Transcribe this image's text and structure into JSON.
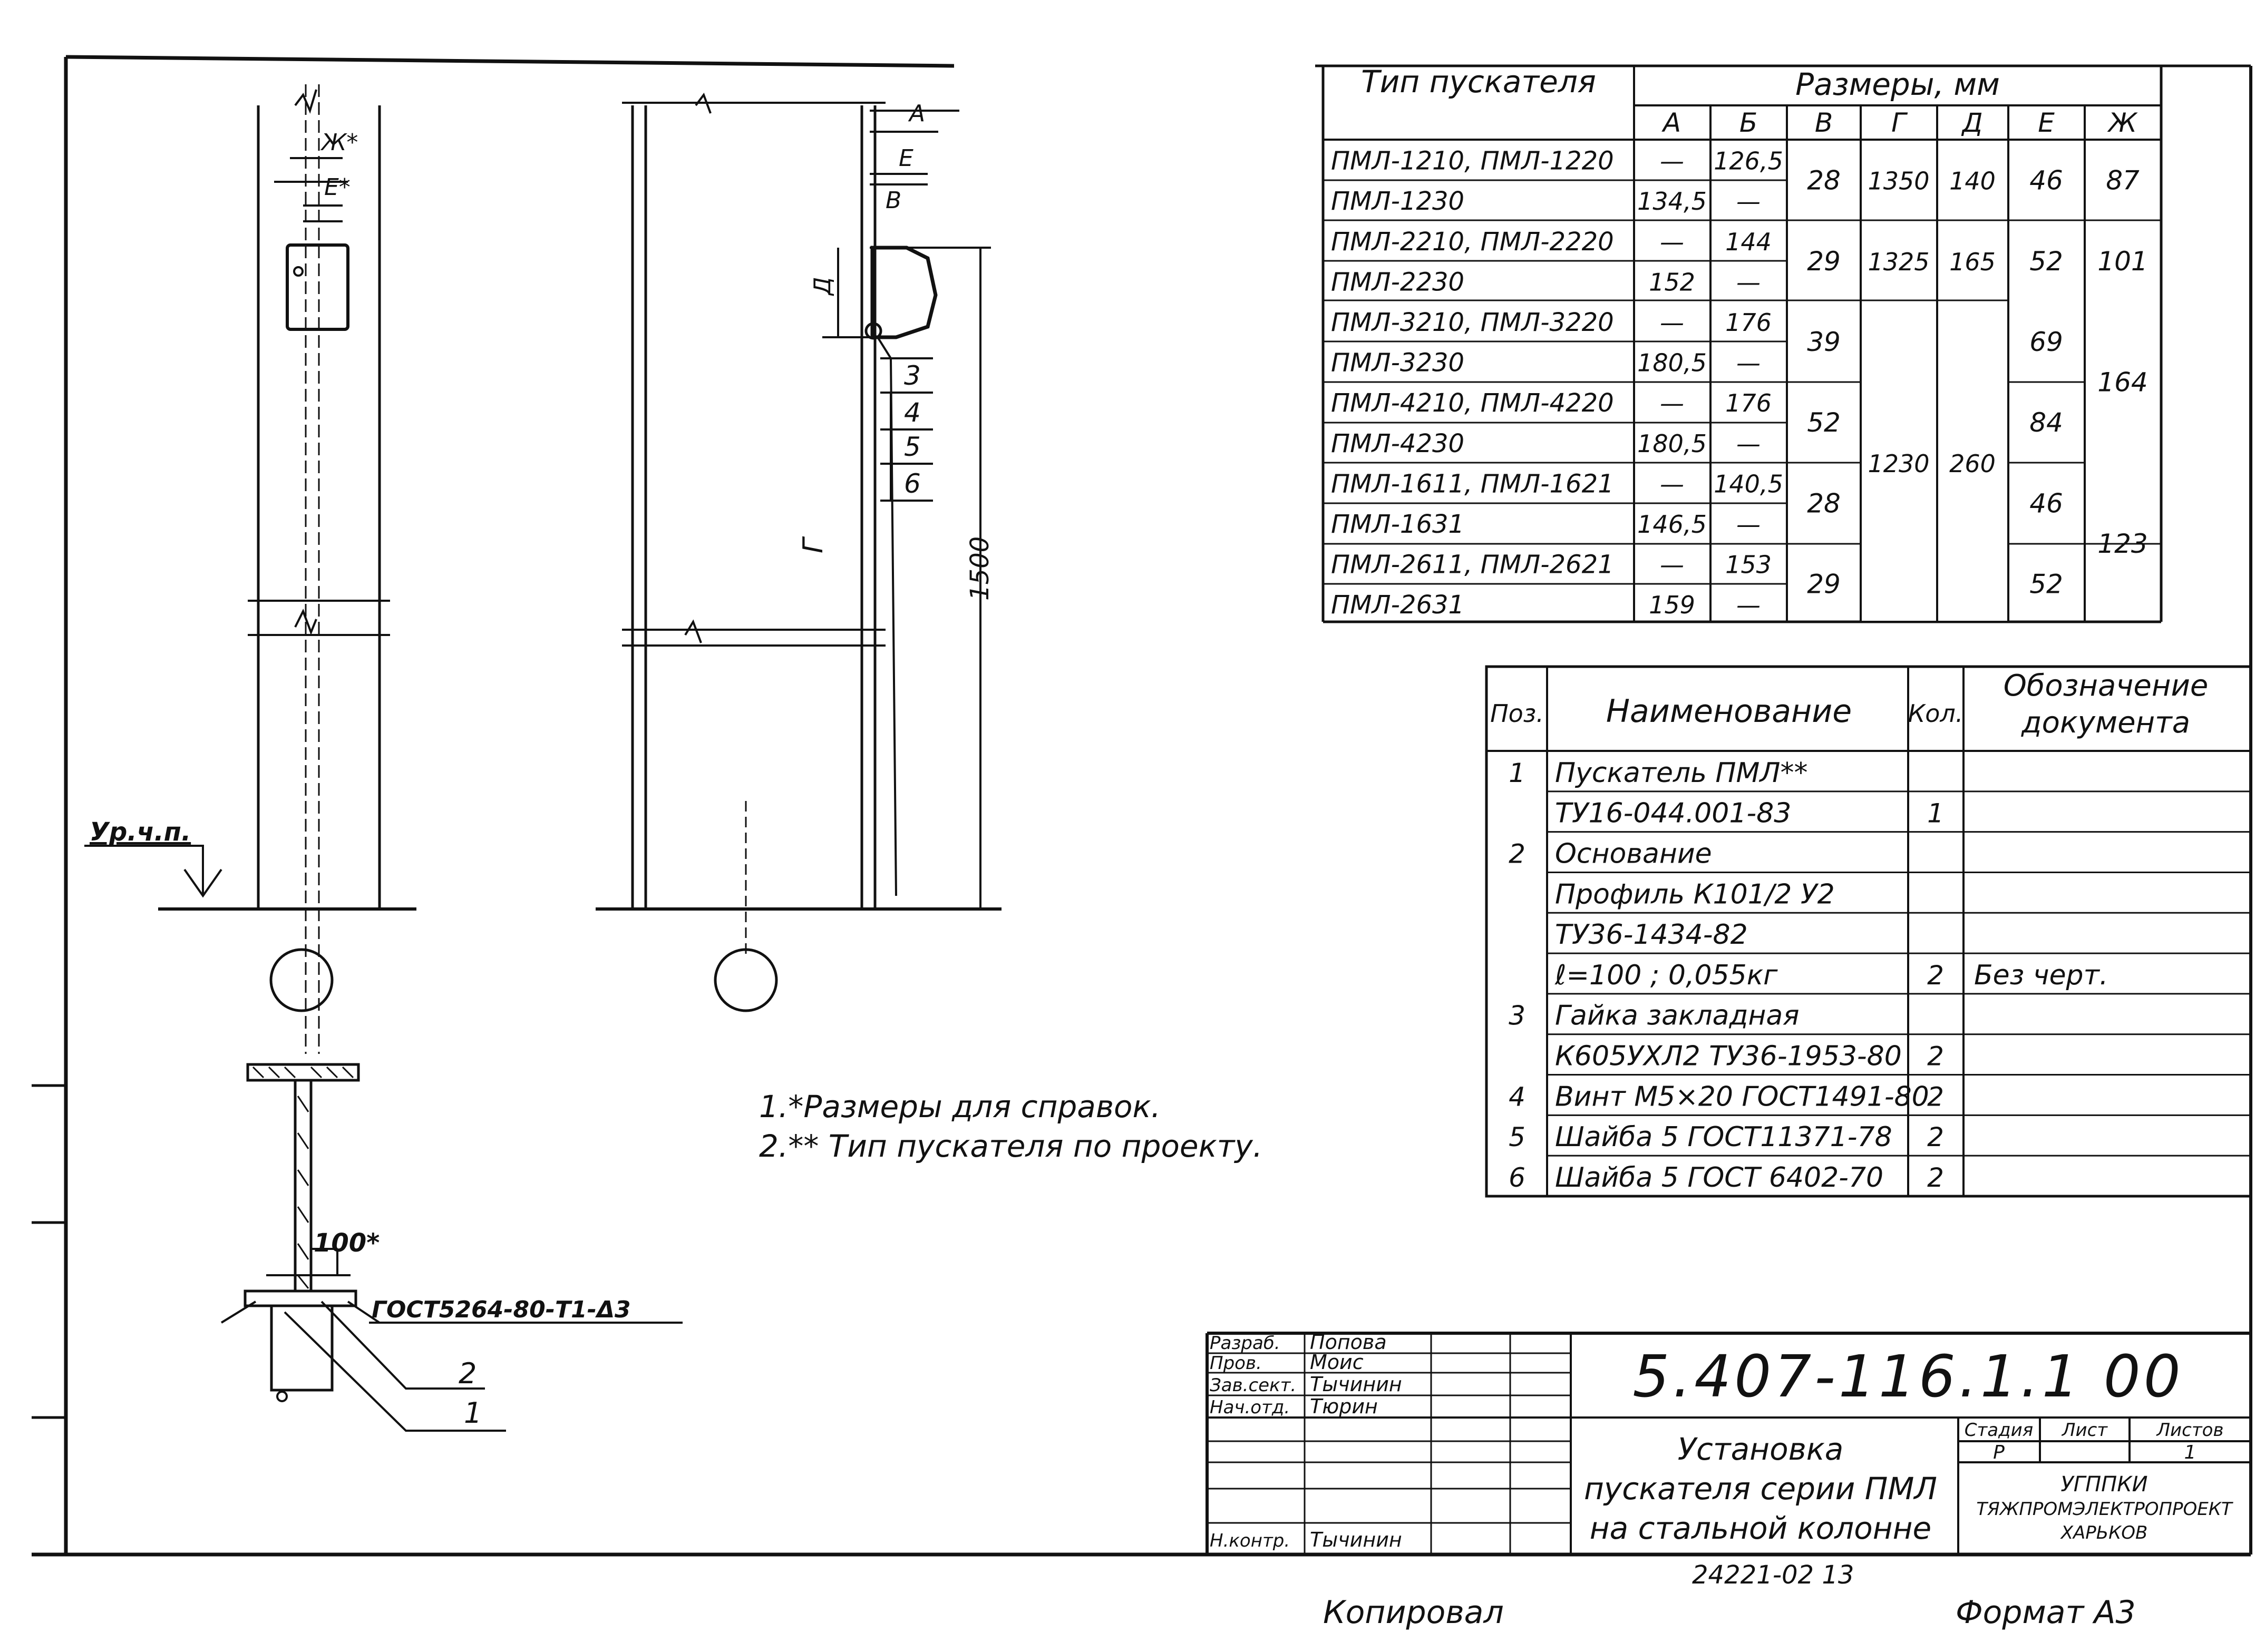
{
  "drawing_notes": {
    "note1": "1.*Размеры для справок.",
    "note2": "2.** Тип пускателя по проекту."
  },
  "front_view": {
    "dim_zh": "Ж*",
    "dim_e": "Е*",
    "level_label": "Ур.ч.п."
  },
  "side_view": {
    "dim_a": "А",
    "dim_e": "Е",
    "dim_v": "В",
    "dim_d": "Д",
    "dim_g": "Г",
    "dim_height": "1500",
    "callouts": [
      "3",
      "4",
      "5",
      "6"
    ]
  },
  "section_view": {
    "dim_width": "100*",
    "weld_note": "ГОСТ5264-80-Т1-Δ3",
    "callouts": [
      "2",
      "1"
    ]
  },
  "dimensions_table": {
    "header_type": "Тип пускателя",
    "header_group": "Размеры, мм",
    "columns": [
      "А",
      "Б",
      "В",
      "Г",
      "Д",
      "Е",
      "Ж"
    ],
    "rows": [
      [
        "ПМЛ-1210, ПМЛ-1220",
        "—",
        "126,5"
      ],
      [
        "ПМЛ-1230",
        "134,5",
        "—"
      ],
      [
        "ПМЛ-2210, ПМЛ-2220",
        "—",
        "144"
      ],
      [
        "ПМЛ-2230",
        "152",
        "—"
      ],
      [
        "ПМЛ-3210, ПМЛ-3220",
        "—",
        "176"
      ],
      [
        "ПМЛ-3230",
        "180,5",
        "—"
      ],
      [
        "ПМЛ-4210, ПМЛ-4220",
        "—",
        "176"
      ],
      [
        "ПМЛ-4230",
        "180,5",
        "—"
      ],
      [
        "ПМЛ-1611, ПМЛ-1621",
        "—",
        "140,5"
      ],
      [
        "ПМЛ-1631",
        "146,5",
        "—"
      ],
      [
        "ПМЛ-2611, ПМЛ-2621",
        "—",
        "153"
      ],
      [
        "ПМЛ-2631",
        "159",
        "—"
      ]
    ],
    "v_groups": [
      "28",
      "29",
      "39",
      "52",
      "28",
      "29"
    ],
    "g_values": [
      "1350",
      "1325",
      "1230"
    ],
    "d_values": [
      "140",
      "165",
      "260"
    ],
    "e_values": [
      "46",
      "52",
      "69",
      "84",
      "46",
      "52"
    ],
    "zh_values": [
      "87",
      "101",
      "164",
      "123"
    ]
  },
  "spec_table": {
    "headers": {
      "pos": "Поз.",
      "name": "Наименование",
      "qty": "Кол.",
      "doc_line1": "Обозначение",
      "doc_line2": "документа"
    },
    "rows": [
      {
        "pos": "1",
        "name": "Пускатель ПМЛ**",
        "qty": "",
        "doc": ""
      },
      {
        "pos": "",
        "name": "ТУ16-044.001-83",
        "qty": "1",
        "doc": ""
      },
      {
        "pos": "2",
        "name": "Основание",
        "qty": "",
        "doc": ""
      },
      {
        "pos": "",
        "name": "Профиль К101/2 У2",
        "qty": "",
        "doc": ""
      },
      {
        "pos": "",
        "name": "ТУ36-1434-82",
        "qty": "",
        "doc": ""
      },
      {
        "pos": "",
        "name": "ℓ=100 ; 0,055кг",
        "qty": "2",
        "doc": "Без черт."
      },
      {
        "pos": "3",
        "name": "Гайка закладная",
        "qty": "",
        "doc": ""
      },
      {
        "pos": "",
        "name": "К605УХЛ2 ТУ36-1953-80",
        "qty": "2",
        "doc": ""
      },
      {
        "pos": "4",
        "name": "Винт М5×20 ГОСТ1491-80",
        "qty": "2",
        "doc": ""
      },
      {
        "pos": "5",
        "name": "Шайба 5 ГОСТ11371-78",
        "qty": "2",
        "doc": ""
      },
      {
        "pos": "6",
        "name": "Шайба 5 ГОСТ 6402-70",
        "qty": "2",
        "doc": ""
      }
    ]
  },
  "title_block": {
    "doc_number": "5.407-116.1.1 00",
    "title_line1": "Установка",
    "title_line2": "пускателя серии ПМЛ",
    "title_line3": "на стальной колонне",
    "roles": [
      {
        "role": "Разраб.",
        "name": "Попова"
      },
      {
        "role": "Пров.",
        "name": "Моис"
      },
      {
        "role": "Зав.сект.",
        "name": "Тычинин"
      },
      {
        "role": "Нач.отд.",
        "name": "Тюрин"
      },
      {
        "role": "Н.контр.",
        "name": "Тычинин"
      }
    ],
    "stage_label": "Стадия",
    "sheet_label": "Лист",
    "sheets_label": "Листов",
    "stage_value": "Р",
    "sheets_value": "1",
    "org_line1": "УГППКИ",
    "org_line2": "ТЯЖПРОМЭЛЕКТРОПРОЕКТ",
    "org_line3": "ХАРЬКОВ"
  },
  "footer": {
    "archive_number": "24221-02 13",
    "copied": "Копировал",
    "format": "Формат А3"
  }
}
